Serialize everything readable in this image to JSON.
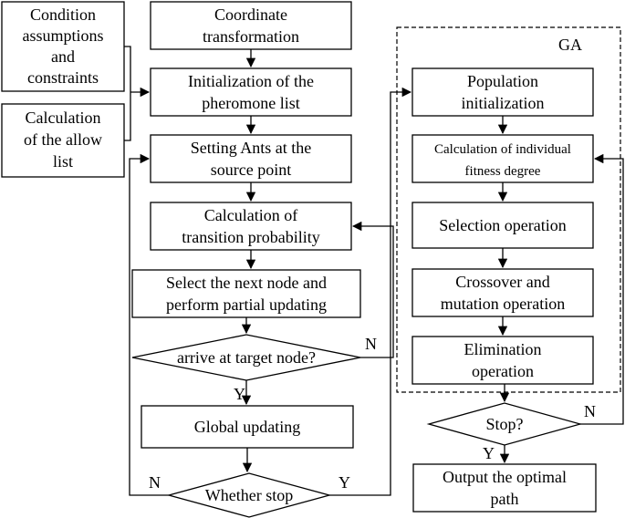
{
  "diagram": {
    "ga_label": "GA",
    "boxes": {
      "condition": [
        "Condition",
        "assumptions",
        "and",
        "constraints"
      ],
      "allow_list": [
        "Calculation",
        "of the allow",
        "list"
      ],
      "coordinate": [
        "Coordinate",
        "transformation"
      ],
      "init_pheromone": [
        "Initialization of the",
        "pheromone list"
      ],
      "setting_ants": [
        "Setting Ants at the",
        "source point"
      ],
      "transition": [
        "Calculation of",
        "transition probability"
      ],
      "select_next": [
        "Select the next node and",
        "perform partial updating"
      ],
      "global_updating": [
        "Global updating"
      ],
      "population": [
        "Population",
        "initialization"
      ],
      "fitness": [
        "Calculation of individual",
        "fitness degree"
      ],
      "selection": [
        "Selection operation"
      ],
      "crossover": [
        "Crossover and",
        "mutation operation"
      ],
      "elimination": [
        "Elimination",
        "operation"
      ],
      "output": [
        "Output the optimal",
        "path"
      ]
    },
    "decisions": {
      "arrive": "arrive at target node?",
      "whether_stop": "Whether stop",
      "ga_stop": "Stop?"
    },
    "labels": {
      "arrive_no": "N",
      "arrive_yes": "Y",
      "whether_no": "N",
      "whether_yes": "Y",
      "ga_no": "N",
      "ga_yes": "Y"
    }
  }
}
